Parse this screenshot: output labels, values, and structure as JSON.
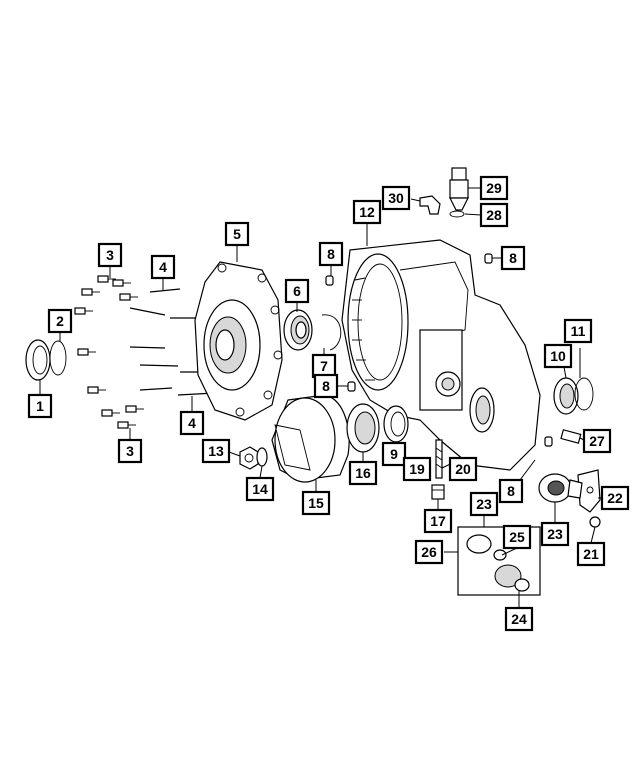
{
  "callouts": [
    {
      "id": "c1",
      "label": "1"
    },
    {
      "id": "c2",
      "label": "2"
    },
    {
      "id": "c3a",
      "label": "3"
    },
    {
      "id": "c3b",
      "label": "3"
    },
    {
      "id": "c4a",
      "label": "4"
    },
    {
      "id": "c4b",
      "label": "4"
    },
    {
      "id": "c5",
      "label": "5"
    },
    {
      "id": "c6",
      "label": "6"
    },
    {
      "id": "c7",
      "label": "7"
    },
    {
      "id": "c8a",
      "label": "8"
    },
    {
      "id": "c8b",
      "label": "8"
    },
    {
      "id": "c8c",
      "label": "8"
    },
    {
      "id": "c8d",
      "label": "8"
    },
    {
      "id": "c9",
      "label": "9"
    },
    {
      "id": "c10",
      "label": "10"
    },
    {
      "id": "c11",
      "label": "11"
    },
    {
      "id": "c12",
      "label": "12"
    },
    {
      "id": "c13",
      "label": "13"
    },
    {
      "id": "c14",
      "label": "14"
    },
    {
      "id": "c15",
      "label": "15"
    },
    {
      "id": "c16",
      "label": "16"
    },
    {
      "id": "c17",
      "label": "17"
    },
    {
      "id": "c19",
      "label": "19"
    },
    {
      "id": "c20",
      "label": "20"
    },
    {
      "id": "c21",
      "label": "21"
    },
    {
      "id": "c22",
      "label": "22"
    },
    {
      "id": "c23a",
      "label": "23"
    },
    {
      "id": "c23b",
      "label": "23"
    },
    {
      "id": "c24",
      "label": "24"
    },
    {
      "id": "c25",
      "label": "25"
    },
    {
      "id": "c26",
      "label": "26"
    },
    {
      "id": "c27",
      "label": "27"
    },
    {
      "id": "c28",
      "label": "28"
    },
    {
      "id": "c29",
      "label": "29"
    },
    {
      "id": "c30",
      "label": "30"
    }
  ]
}
